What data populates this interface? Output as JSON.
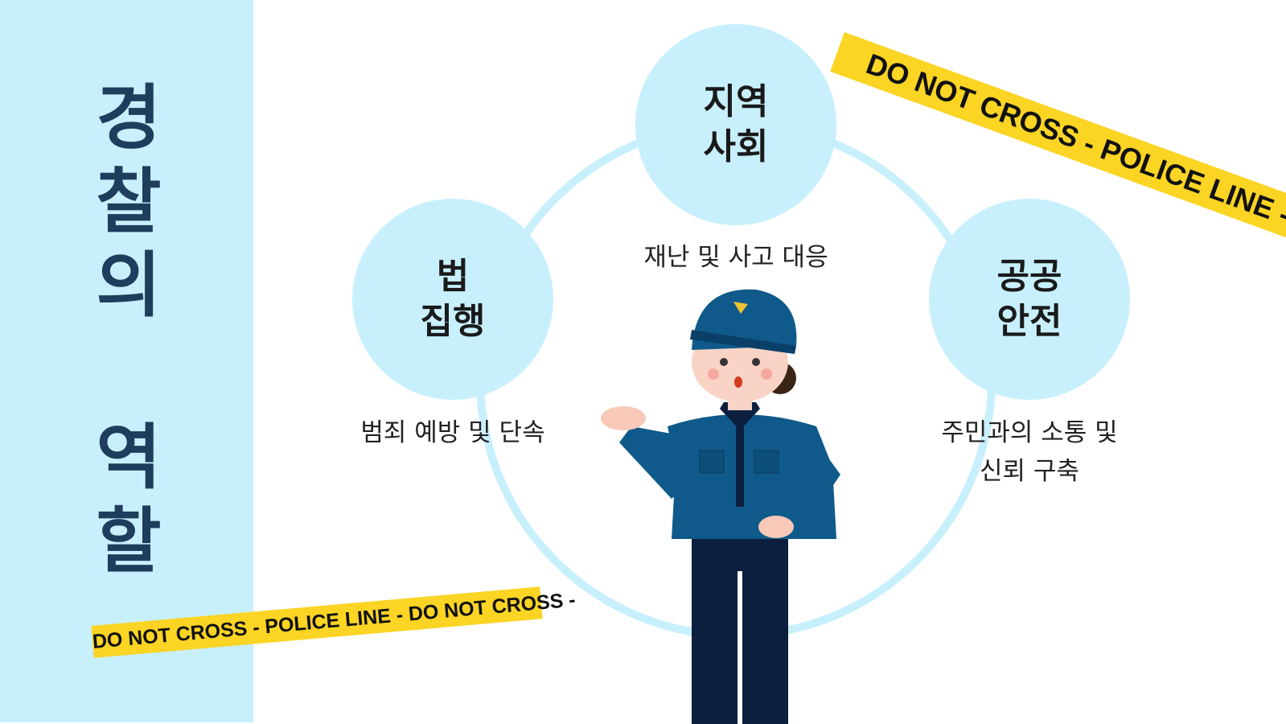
{
  "sidebar": {
    "title_chars": [
      "경",
      "찰",
      "의",
      "역",
      "할"
    ]
  },
  "nodes": [
    {
      "label_lines": [
        "지역",
        "사회"
      ],
      "caption": "재난 및 사고 대응"
    },
    {
      "label_lines": [
        "법",
        "집행"
      ],
      "caption": "범죄 예방 및 단속"
    },
    {
      "label_lines": [
        "공공",
        "안전"
      ],
      "caption_lines": [
        "주민과의 소통 및",
        "신뢰 구축"
      ]
    }
  ],
  "tapes": {
    "top_right": "DO NOT CROSS - POLICE LINE - DO NOT CROSS",
    "bottom_left": "DO NOT CROSS - POLICE LINE - DO NOT CROSS -"
  },
  "colors": {
    "sidebar": "#c8f0fc",
    "title": "#1f3d5c",
    "tape": "#fbd424",
    "ring": "#c8f0fc",
    "uniform": "#0f5a8a",
    "trousers": "#0c1f3f"
  }
}
